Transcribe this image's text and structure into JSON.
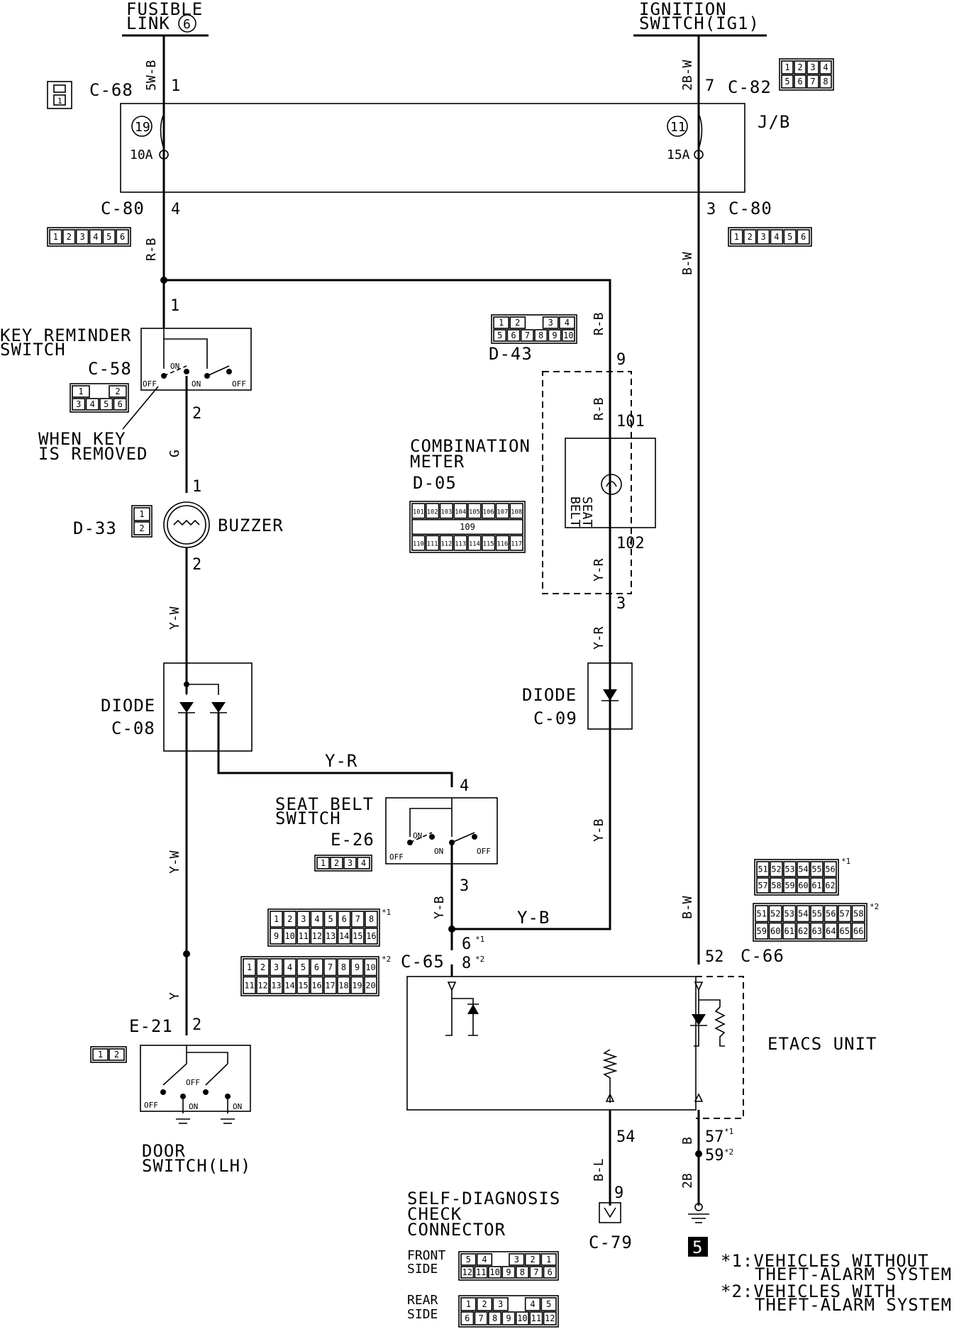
{
  "sources": {
    "fusible_link": [
      "FUSIBLE",
      "LINK"
    ],
    "fusible_link_number": "6",
    "ignition_switch": [
      "IGNITION",
      "SWITCH(IG1)"
    ]
  },
  "connectors": {
    "c68": "C-68",
    "c82": "C-82",
    "c80": "C-80",
    "c58": "C-58",
    "d43": "D-43",
    "d05": "D-05",
    "d33": "D-33",
    "c08": "C-08",
    "c09": "C-09",
    "e26": "E-26",
    "c65": "C-65",
    "c66": "C-66",
    "e21": "E-21",
    "c79": "C-79"
  },
  "components": {
    "junction_block": "J/B",
    "fuse_left_number": "19",
    "fuse_left_rating": "10A",
    "fuse_right_number": "11",
    "fuse_right_rating": "15A",
    "key_reminder_switch": [
      "KEY REMINDER",
      "SWITCH"
    ],
    "when_key_removed": [
      "WHEN KEY",
      "IS REMOVED"
    ],
    "combination_meter": [
      "COMBINATION",
      "METER"
    ],
    "seat_belt_indicator": [
      "SEAT",
      "BELT"
    ],
    "buzzer": "BUZZER",
    "diode": "DIODE",
    "seat_belt_switch": [
      "SEAT BELT",
      "SWITCH"
    ],
    "etacs_unit": "ETACS UNIT",
    "door_switch": [
      "DOOR",
      "SWITCH(LH)"
    ],
    "self_diag": [
      "SELF-DIAGNOSIS",
      "CHECK",
      "CONNECTOR"
    ],
    "front_side": [
      "FRONT",
      "SIDE"
    ],
    "rear_side": [
      "REAR",
      "SIDE"
    ],
    "ground_number": "5"
  },
  "switch_states": {
    "on": "ON",
    "off": "OFF"
  },
  "wire_colors": {
    "w_5wb": "5W-B",
    "w_2bw": "2B-W",
    "w_rb": "R-B",
    "w_bw": "B-W",
    "w_g": "G",
    "w_yw": "Y-W",
    "w_yr": "Y-R",
    "w_yb": "Y-B",
    "w_y": "Y",
    "w_bl": "B-L",
    "w_b": "B",
    "w_2b": "2B"
  },
  "pins": {
    "p1": "1",
    "p2": "2",
    "p3": "3",
    "p4": "4",
    "p7": "7",
    "p9": "9",
    "p101": "101",
    "p102": "102",
    "p52": "52",
    "p54": "54",
    "p6": "6",
    "p8": "8",
    "p57": "57",
    "p59": "59"
  },
  "notes": {
    "star1": "*1",
    "star2": "*2",
    "note1": [
      "*1:VEHICLES WITHOUT",
      "THEFT-ALARM SYSTEM"
    ],
    "note2": [
      "*2:VEHICLES WITH",
      "THEFT-ALARM SYSTEM"
    ]
  },
  "connector_pin_rows": {
    "c82": [
      [
        "1",
        "2",
        "3",
        "4"
      ],
      [
        "5",
        "6",
        "7",
        "8"
      ]
    ],
    "c80": [
      [
        "1",
        "2",
        "3",
        "4",
        "5",
        "6"
      ]
    ],
    "d43": [
      [
        "1",
        "2",
        "",
        "3",
        "4"
      ],
      [
        "5",
        "6",
        "7",
        "8",
        "9",
        "10"
      ]
    ],
    "c58": [
      [
        "1",
        "",
        "2"
      ],
      [
        "3",
        "4",
        "5",
        "6"
      ]
    ],
    "d05": [
      [
        "101",
        "102",
        "103",
        "104",
        "105",
        "106",
        "107",
        "108"
      ],
      [
        "109"
      ],
      [
        "110",
        "111",
        "112",
        "113",
        "114",
        "115",
        "116",
        "117"
      ]
    ],
    "d33": [
      [
        "1"
      ],
      [
        "2"
      ]
    ],
    "e26": [
      [
        "1",
        "2",
        "3",
        "4"
      ]
    ],
    "c66_1": [
      [
        "51",
        "52",
        "53",
        "54",
        "55",
        "56"
      ],
      [
        "57",
        "58",
        "59",
        "60",
        "61",
        "62"
      ]
    ],
    "c66_2": [
      [
        "51",
        "52",
        "53",
        "54",
        "55",
        "56",
        "57",
        "58"
      ],
      [
        "59",
        "60",
        "61",
        "62",
        "63",
        "64",
        "65",
        "66"
      ]
    ],
    "c65_1": [
      [
        "1",
        "2",
        "3",
        "4",
        "5",
        "6",
        "7",
        "8"
      ],
      [
        "9",
        "10",
        "11",
        "12",
        "13",
        "14",
        "15",
        "16"
      ]
    ],
    "c65_2": [
      [
        "1",
        "2",
        "3",
        "4",
        "5",
        "6",
        "7",
        "8",
        "9",
        "10"
      ],
      [
        "11",
        "12",
        "13",
        "14",
        "15",
        "16",
        "17",
        "18",
        "19",
        "20"
      ]
    ],
    "e21": [
      [
        "1",
        "2"
      ]
    ],
    "c68": [
      [
        "1"
      ]
    ],
    "front_side": [
      [
        "5",
        "4",
        "",
        "3",
        "2",
        "1"
      ],
      [
        "12",
        "11",
        "10",
        "9",
        "8",
        "7",
        "6"
      ]
    ],
    "rear_side": [
      [
        "1",
        "2",
        "3",
        "",
        "4",
        "5"
      ],
      [
        "6",
        "7",
        "8",
        "9",
        "10",
        "11",
        "12"
      ]
    ]
  }
}
